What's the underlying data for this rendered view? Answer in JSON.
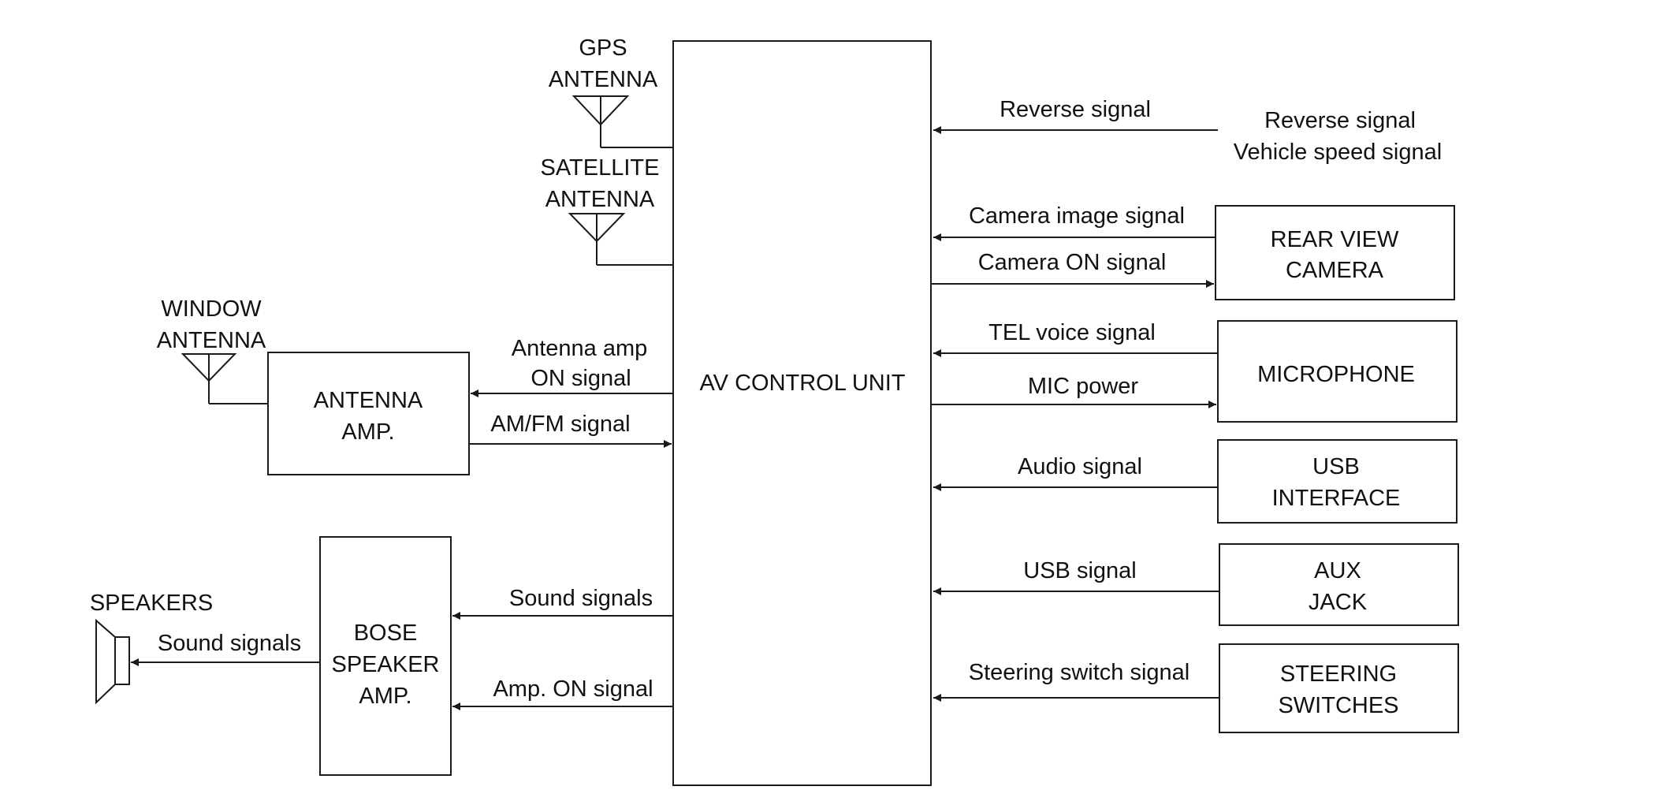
{
  "central_unit": {
    "label": "AV CONTROL UNIT"
  },
  "antennas": {
    "gps": {
      "line1": "GPS",
      "line2": "ANTENNA"
    },
    "satellite": {
      "line1": "SATELLITE",
      "line2": "ANTENNA"
    },
    "window": {
      "line1": "WINDOW",
      "line2": "ANTENNA"
    }
  },
  "left_boxes": {
    "antenna_amp": {
      "line1": "ANTENNA",
      "line2": "AMP."
    },
    "bose_amp": {
      "line1": "BOSE",
      "line2": "SPEAKER",
      "line3": "AMP."
    },
    "speakers": {
      "label": "SPEAKERS"
    }
  },
  "left_signals": {
    "antenna_amp_on_1": "Antenna amp",
    "antenna_amp_on_2": "ON signal",
    "am_fm": "AM/FM signal",
    "sound_signals": "Sound signals",
    "amp_on": "Amp. ON signal",
    "speaker_sound": "Sound signals"
  },
  "right_inputs": {
    "reverse_source_1": "Reverse signal",
    "reverse_source_2": "Vehicle speed signal"
  },
  "right_boxes": {
    "rear_camera": {
      "line1": "REAR VIEW",
      "line2": "CAMERA"
    },
    "microphone": {
      "line1": "MICROPHONE"
    },
    "usb_interface": {
      "line1": "USB",
      "line2": "INTERFACE"
    },
    "aux_jack": {
      "line1": "AUX",
      "line2": "JACK"
    },
    "steering_switches": {
      "line1": "STEERING",
      "line2": "SWITCHES"
    }
  },
  "right_signals": {
    "reverse": "Reverse signal",
    "camera_image": "Camera image signal",
    "camera_on": "Camera ON signal",
    "tel_voice": "TEL voice signal",
    "mic_power": "MIC power",
    "audio": "Audio signal",
    "usb": "USB signal",
    "steering_switch": "Steering switch signal"
  }
}
